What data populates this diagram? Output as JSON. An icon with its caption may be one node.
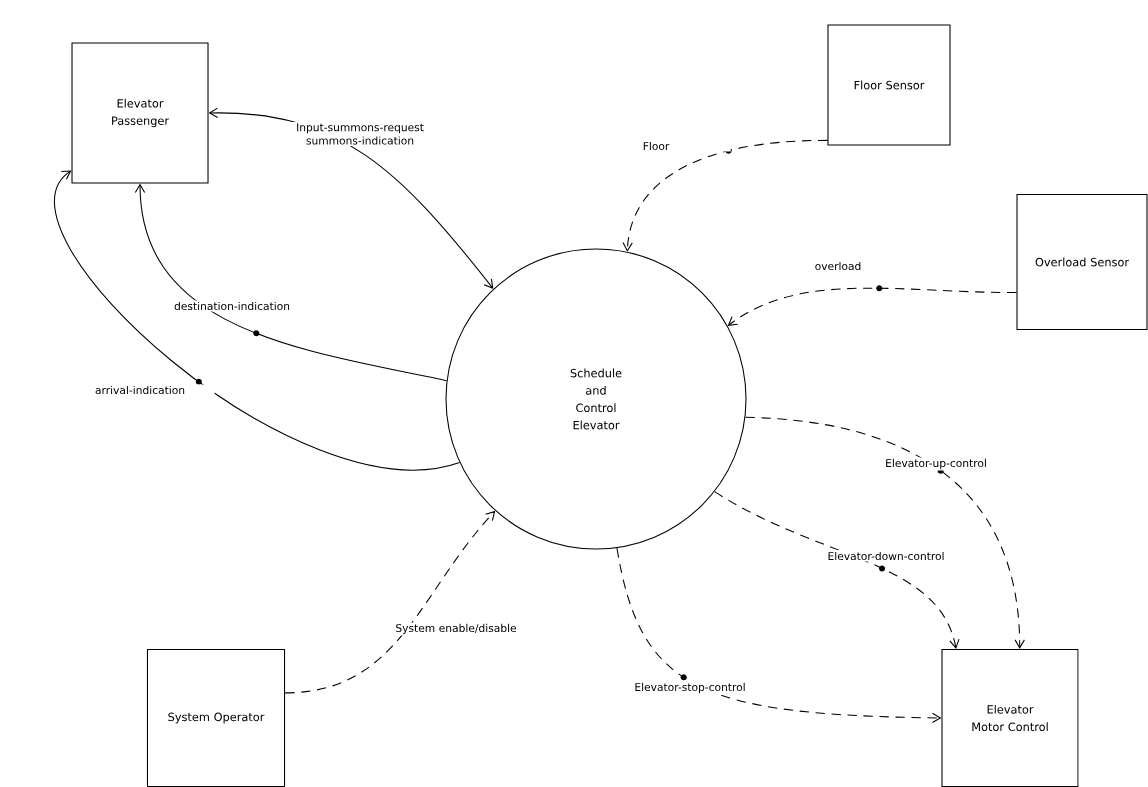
{
  "diagram": {
    "nodes": [
      {
        "text": [
          "Elevator Passenger"
        ]
      },
      {
        "text": [
          "Floor Sensor"
        ]
      },
      {
        "text": [
          "Overload Sensor"
        ]
      },
      {
        "text": [
          "Schedule and Control Elevator"
        ]
      },
      {
        "text": [
          "System Operator"
        ]
      },
      {
        "text": [
          "Elevator Motor Control"
        ]
      }
    ],
    "edges": [
      {
        "from": 3,
        "to": 0,
        "arrow": "both",
        "label": "Input-summons-request summons-indication"
      },
      {
        "from": 3,
        "to": 0,
        "arrow": "to",
        "label": "destination-indication"
      },
      {
        "from": 3,
        "to": 0,
        "arrow": "to",
        "label": "arrival-indication"
      },
      {
        "from": 1,
        "to": 3,
        "arrow": "to",
        "label": "Floor",
        "style": "dashed"
      },
      {
        "from": 2,
        "to": 3,
        "arrow": "to",
        "label": "overload",
        "style": "dashed"
      },
      {
        "from": 3,
        "to": 5,
        "arrow": "to",
        "label": "Elevator-up-control",
        "style": "dashed"
      },
      {
        "from": 3,
        "to": 5,
        "arrow": "to",
        "label": "Elevator-down-control",
        "style": "dashed"
      },
      {
        "from": 3,
        "to": 5,
        "arrow": "to",
        "label": "Elevator-stop-control",
        "style": "dashed"
      },
      {
        "from": 4,
        "to": 3,
        "arrow": "to",
        "label": "System enable/disable",
        "style": "dashed"
      }
    ]
  }
}
